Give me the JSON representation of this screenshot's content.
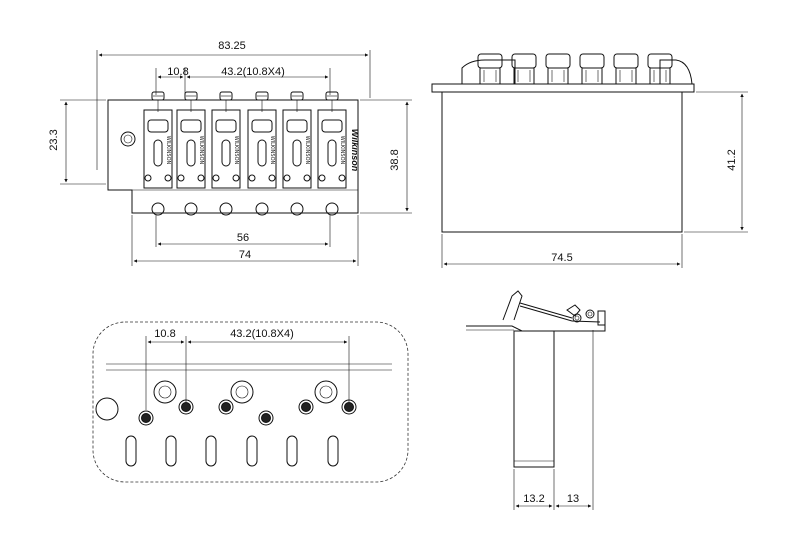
{
  "front_view": {
    "overall_width": "83.25",
    "spacing_first": "10.8",
    "spacing_group": "43.2(10.8X4)",
    "height_left": "23.3",
    "height_right": "38.8",
    "screw_spacing": "56",
    "plate_width": "74",
    "saddle_label": "WILKINSON",
    "brand_logo": "Wilkinson"
  },
  "side_view": {
    "block_width": "74.5",
    "height": "41.2"
  },
  "template_view": {
    "spacing_first": "10.8",
    "spacing_group": "43.2(10.8X4)"
  },
  "profile_view": {
    "block_depth": "13.2",
    "offset": "13"
  }
}
